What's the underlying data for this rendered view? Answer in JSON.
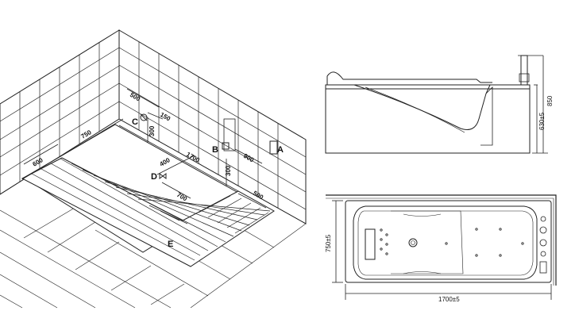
{
  "iso": {
    "markers": [
      "A",
      "B",
      "C",
      "D",
      "E"
    ],
    "dims": [
      "500",
      "150",
      "300",
      "750",
      "600",
      "1700",
      "400",
      "300",
      "900",
      "700",
      "500"
    ]
  },
  "side": {
    "dims": [
      "850",
      "630±5"
    ]
  },
  "top": {
    "dims": [
      "750±5",
      "1700±5"
    ]
  }
}
